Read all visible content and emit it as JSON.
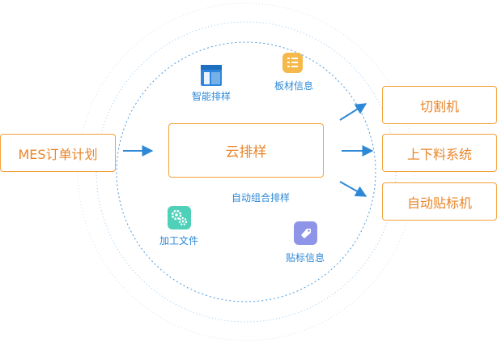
{
  "nodes": {
    "source": "MES订单计划",
    "hub": "云排样",
    "hub_caption": "自动组合排样",
    "targets": [
      "切割机",
      "上下料系统",
      "自动贴标机"
    ]
  },
  "features": {
    "smart_nesting": "智能排样",
    "sheet_info": "板材信息",
    "process_file": "加工文件",
    "label_info": "贴标信息"
  },
  "colors": {
    "orange": "#f3a23a",
    "blue": "#2e88d6",
    "ring": "#8fc2ec",
    "icon_yellow": "#f5b84a",
    "icon_teal": "#4fd0b8",
    "icon_purple": "#8e95e8",
    "icon_blue": "#2d86dc"
  },
  "icons": [
    "grid-layout-icon",
    "sheet-list-icon",
    "gears-icon",
    "tag-icon"
  ]
}
